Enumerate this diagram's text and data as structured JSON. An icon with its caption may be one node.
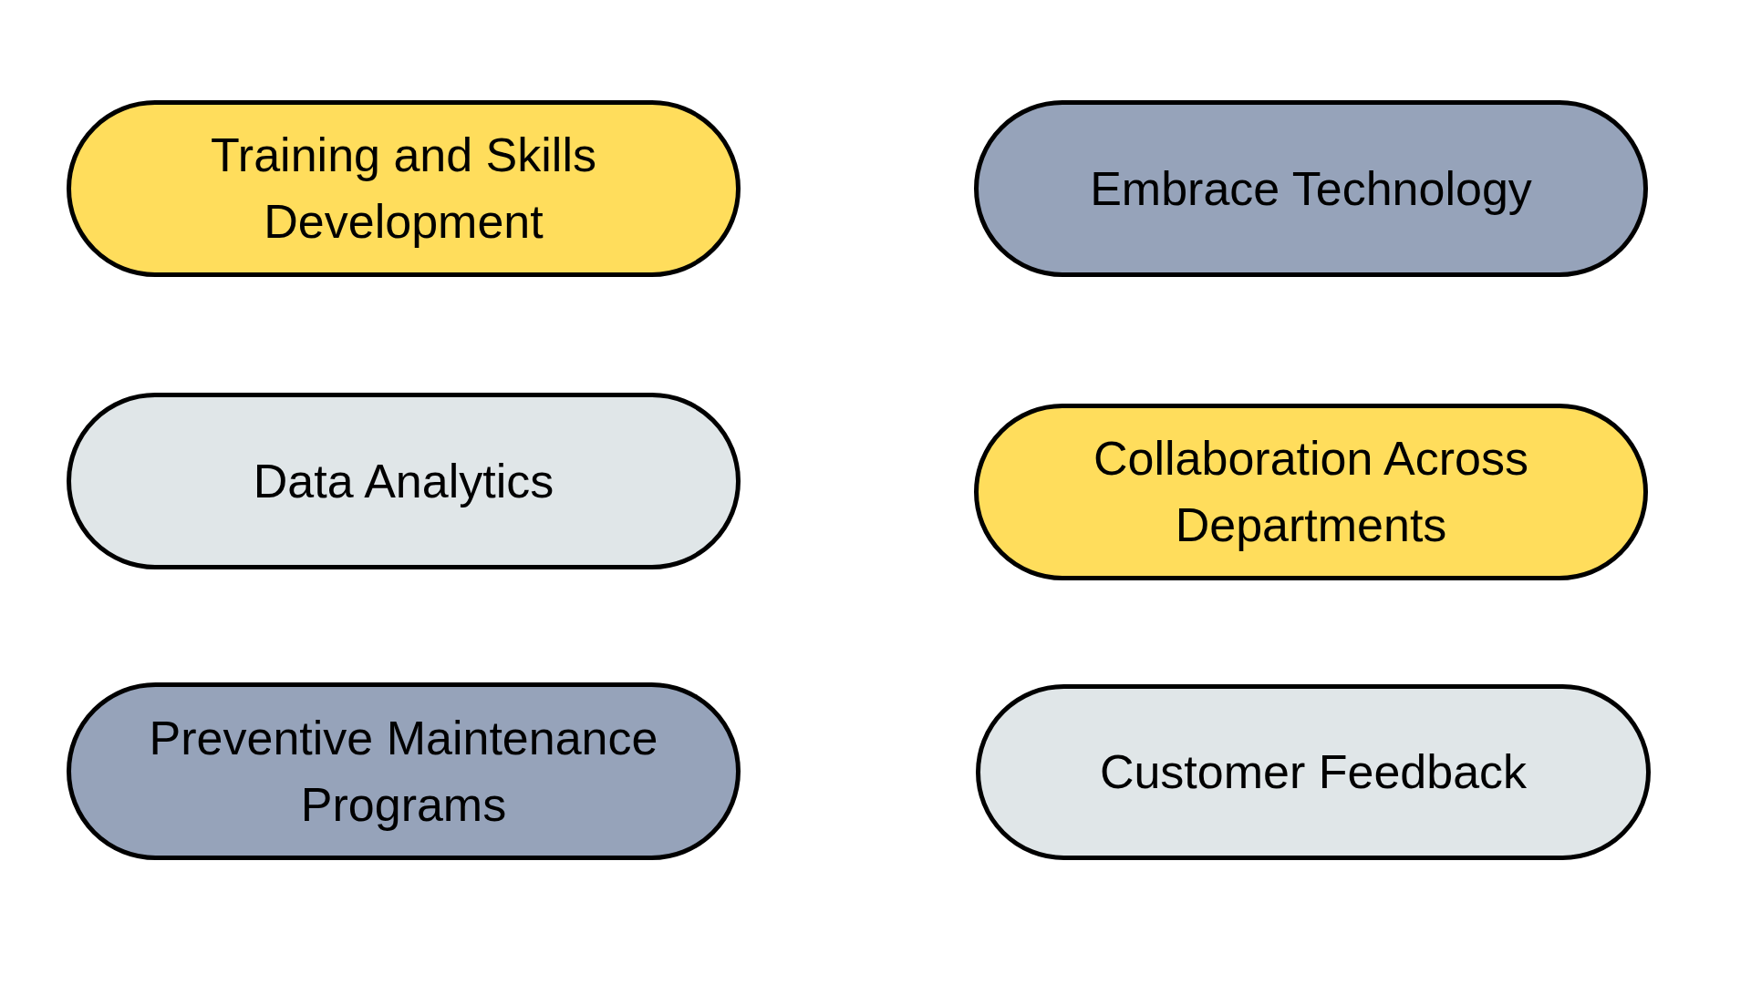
{
  "diagram": {
    "nodes": [
      {
        "text": [
          "Training and Skills Development"
        ]
      },
      {
        "text": [
          "Embrace Technology"
        ]
      },
      {
        "text": [
          "Data Analytics"
        ]
      },
      {
        "text": [
          "Collaboration Across Departments"
        ]
      },
      {
        "text": [
          "Preventive Maintenance Programs"
        ]
      },
      {
        "text": [
          "Customer Feedback"
        ]
      }
    ]
  }
}
